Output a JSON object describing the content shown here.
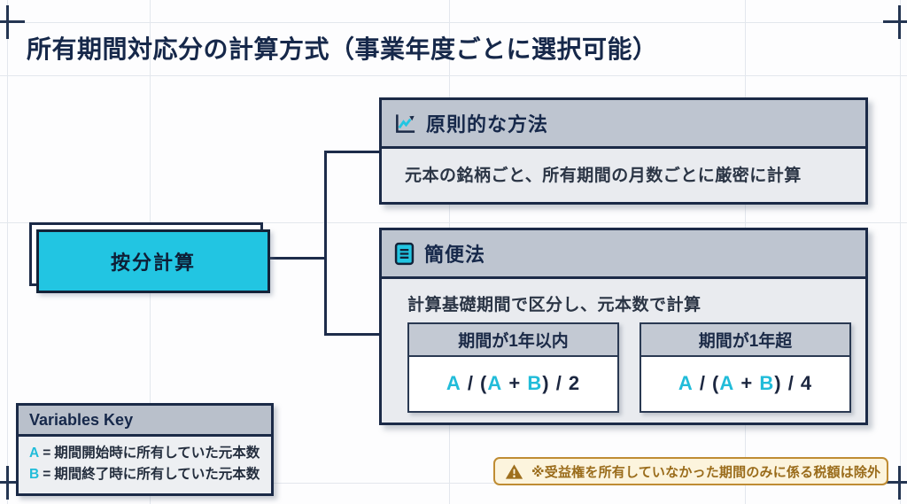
{
  "colors": {
    "accent_cyan": "#22C5E2",
    "navy_ink": "#1B2A47",
    "header_gray": "#BEC5D0",
    "panel_gray": "#E9EBEF",
    "warning_border": "#BF8C33",
    "warning_bg": "#FCF4DD",
    "warning_text": "#9A6C1B"
  },
  "title": "所有期間対応分の計算方式（事業年度ごとに選択可能）",
  "flowchart": {
    "root": {
      "label": "按分計算"
    },
    "methods": [
      {
        "icon": "line-chart-icon",
        "title": "原則的な方法",
        "description": "元本の銘柄ごと、所有期間の月数ごとに厳密に計算"
      },
      {
        "icon": "document-list-icon",
        "title": "簡便法",
        "description": "計算基礎期間で区分し、元本数で計算",
        "cases": [
          {
            "condition": "期間が1年以内",
            "formula": [
              {
                "text": "A",
                "accent": true
              },
              {
                "text": " / (",
                "accent": false
              },
              {
                "text": "A",
                "accent": true
              },
              {
                "text": " + ",
                "accent": false
              },
              {
                "text": "B",
                "accent": true
              },
              {
                "text": ") / 2",
                "accent": false
              }
            ]
          },
          {
            "condition": "期間が1年超",
            "formula": [
              {
                "text": "A",
                "accent": true
              },
              {
                "text": " / (",
                "accent": false
              },
              {
                "text": "A",
                "accent": true
              },
              {
                "text": " + ",
                "accent": false
              },
              {
                "text": "B",
                "accent": true
              },
              {
                "text": ") / 4",
                "accent": false
              }
            ]
          }
        ]
      }
    ]
  },
  "variables_key": {
    "title": "Variables Key",
    "equals_sign": "=",
    "entries": [
      {
        "symbol": "A",
        "description": "期間開始時に所有していた元本数"
      },
      {
        "symbol": "B",
        "description": "期間終了時に所有していた元本数"
      }
    ]
  },
  "note": {
    "icon": "warning-icon",
    "text": "※受益権を所有していなかった期間のみに係る税額は除外"
  }
}
